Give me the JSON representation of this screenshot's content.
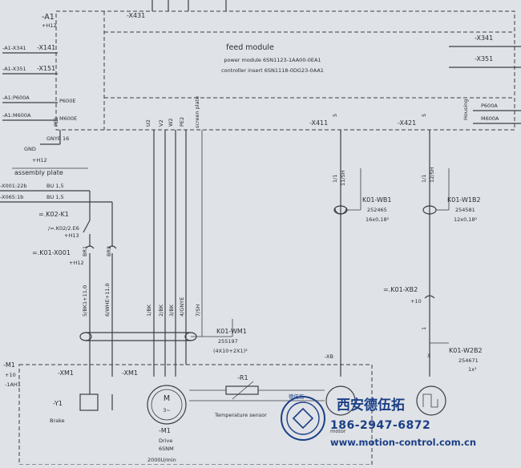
{
  "labels": {
    "a1": "-A1",
    "a1_h12": "+H12",
    "x431": "-X431",
    "x141": "-X141",
    "x151": "-X151",
    "a1_x341": "-A1-X341",
    "a1_x351": "-A1-X351",
    "x341": "-X341",
    "x351": "-X351",
    "x_pin": "X",
    "p600e": "P600E",
    "m600e": "M600E",
    "a1p600a": "-A1:P600A",
    "a1m600a": "-A1:M600A",
    "p600a": "P600A",
    "m600a": "M600A",
    "gnye16": "GNYE 16",
    "gnd": "GND",
    "h12": "+H12",
    "assembly_plate": "assembly plate",
    "module_title": "feed module",
    "module_line1": "power module 6SN1123-1AA00-0EA1",
    "module_line2": "controller insert 6SN1118-0DG23-0AA1",
    "x411": "-X411",
    "x421": "-X421",
    "housing": "Housing",
    "screen_plate": "screen plate",
    "pe1": "PE1",
    "u2": "U2",
    "v2": "V2",
    "w2": "W2",
    "pe2": "PE2",
    "x001_22b": "-X001:22b",
    "x065_1b": "-X065:1b",
    "bu15a": "BU 1,5",
    "bu15b": "BU 1,5",
    "k02k1": "=.K02-K1",
    "k02ref": "/=.K02/2.E6",
    "h13": "+H13",
    "k01x001": "=.K01-X001",
    "h12b": "+H12",
    "br1": "BR1",
    "br2": "BR2",
    "bk11": "5/BK1+11,0",
    "wh11": "6/WHE+11,0",
    "bk1": "1/BK",
    "bk2": "2/BK",
    "bk3": "3/BK",
    "gnye": "4/GNYE",
    "sh7": "7/SH",
    "wm1_title": "K01-WM1",
    "wm1_num": "255197",
    "wm1_spec": "(4X10+2X1)²",
    "wb1_title": "K01-WB1",
    "wb1_num": "252465",
    "wb1_spec": "16x0,18²",
    "w1b2_title": "K01-W1B2",
    "w1b2_num": "254581",
    "w1b2_spec": "12x0,18²",
    "xb2": "=.K01-XB2",
    "h10": "+10",
    "w2b2_title": "K01-W2B2",
    "w2b2_num": "254671",
    "w2b2_spec": "1x²",
    "m1": "-M1",
    "m1_h10": "+10",
    "m1_1ah1": "-1AH1",
    "xm1a": "-XM1",
    "xm1b": "-XM1",
    "y1": "-Y1",
    "brake": "Brake",
    "r1": "-R1",
    "temp_sensor": "Temperature sensor",
    "motor_m": "M",
    "motor_3": "3~",
    "m1b": "-M1",
    "drive": "Drive",
    "model": "6SNM",
    "speed": "2000U/min",
    "xb": "-XB",
    "motor": "motor",
    "pin_111sh": "11/SH",
    "pin_11": "1/1",
    "pin_12sh": "12/SH",
    "pin_5": "5",
    "pin_1": "1"
  },
  "watermark": {
    "company": "西安德伍拓",
    "phone": "186-2947-6872",
    "url": "www.motion-control.com.cn",
    "seal_text": "德伍拓"
  },
  "colors": {
    "paper": "#dfe2e6",
    "ink": "#2a2f38",
    "watermark": "#1b3f86"
  }
}
